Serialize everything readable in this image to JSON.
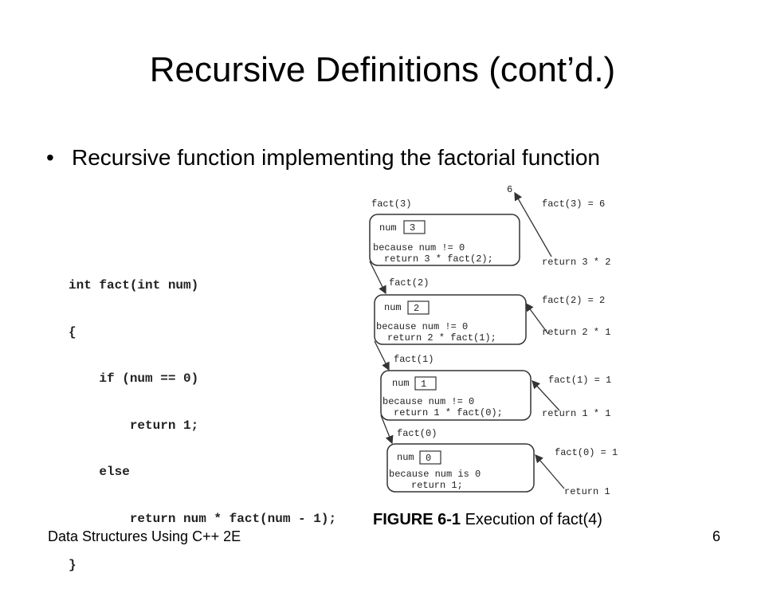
{
  "slide": {
    "title": "Recursive Definitions (cont’d.)",
    "bullet_symbol": "•",
    "bullet": "Recursive function implementing the factorial function"
  },
  "code": {
    "lines": [
      "int fact(int num)",
      "{",
      "    if (num == 0)",
      "        return 1;",
      "    else",
      "        return num * fact(num - 1);",
      "}"
    ]
  },
  "figure": {
    "frames": [
      {
        "call": "fact(3)",
        "num_label": "num",
        "num_value": "3",
        "reason": "because num != 0",
        "ret": "return 3 * fact(2);"
      },
      {
        "call": "fact(2)",
        "num_label": "num",
        "num_value": "2",
        "reason": "because num != 0",
        "ret": "return 2 * fact(1);"
      },
      {
        "call": "fact(1)",
        "num_label": "num",
        "num_value": "1",
        "reason": "because num != 0",
        "ret": "return 1 * fact(0);"
      },
      {
        "call": "fact(0)",
        "num_label": "num",
        "num_value": "0",
        "reason": "because num is 0",
        "ret": "return 1;"
      }
    ],
    "result_top": "6",
    "right_labels": [
      "fact(3) = 6",
      "return 3 * 2",
      "fact(2) = 2",
      "return 2 * 1",
      "fact(1) = 1",
      "return 1 * 1",
      "fact(0) = 1",
      "return 1"
    ]
  },
  "caption": {
    "label": "FIGURE 6-1",
    "text": " Execution of fact(4)"
  },
  "footer": {
    "left": "Data Structures Using C++ 2E",
    "page": "6"
  }
}
